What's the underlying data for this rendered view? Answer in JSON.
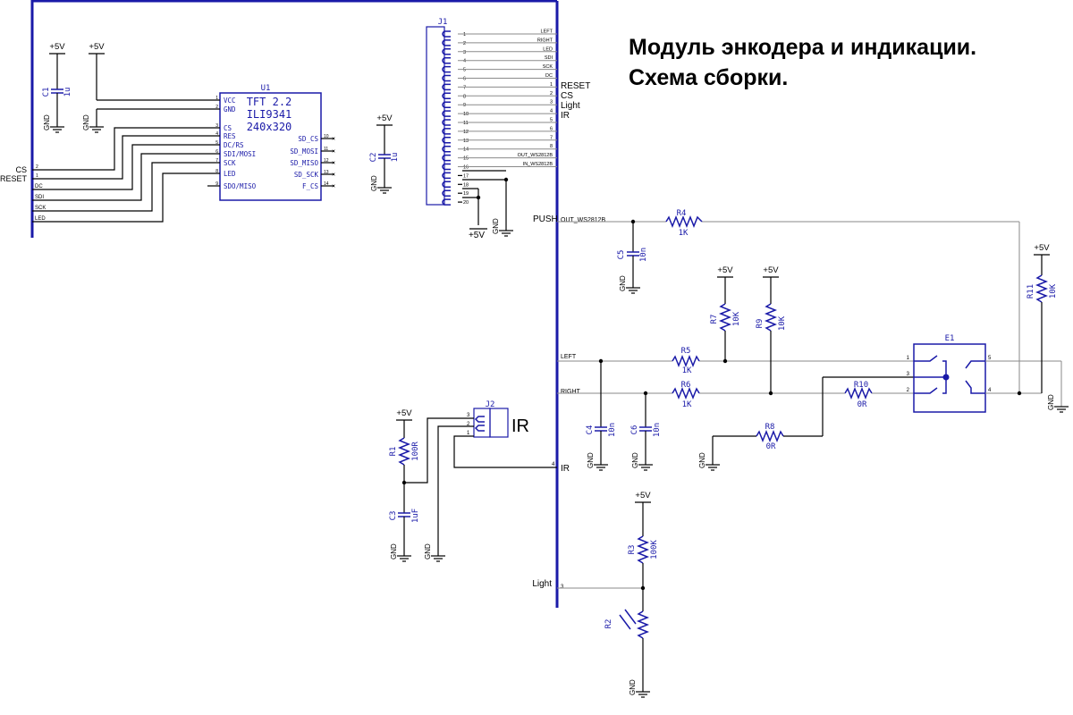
{
  "title": {
    "line1": "Модуль энкодера и индикации.",
    "line2": "Схема сборки."
  },
  "power": {
    "vcc": "+5V",
    "gnd": "GND"
  },
  "u1": {
    "ref": "U1",
    "name1": "TFT 2.2",
    "name2": "ILI9341",
    "name3": "240x320",
    "left_pins": [
      {
        "num": "1",
        "name": "VCC"
      },
      {
        "num": "2",
        "name": "GND"
      },
      {
        "num": "3",
        "name": "CS"
      },
      {
        "num": "4",
        "name": "RES"
      },
      {
        "num": "5",
        "name": "DC/RS"
      },
      {
        "num": "6",
        "name": "SDI/MOSI"
      },
      {
        "num": "7",
        "name": "SCK"
      },
      {
        "num": "8",
        "name": "LED"
      },
      {
        "num": "9",
        "name": "SDO/MISO"
      }
    ],
    "right_pins": [
      {
        "num": "10",
        "name": "SD_CS"
      },
      {
        "num": "11",
        "name": "SD_MOSI"
      },
      {
        "num": "12",
        "name": "SD_MISO"
      },
      {
        "num": "13",
        "name": "SD_SCK"
      },
      {
        "num": "14",
        "name": "F_CS"
      }
    ]
  },
  "bus_left": {
    "nets": [
      {
        "num": "2",
        "name": "CS"
      },
      {
        "num": "1",
        "name": "RESET"
      },
      {
        "num": "",
        "name": "DC"
      },
      {
        "num": "",
        "name": "SDI"
      },
      {
        "num": "",
        "name": "SCK"
      },
      {
        "num": "",
        "name": "LED"
      }
    ]
  },
  "j1": {
    "ref": "J1",
    "pins": [
      "1",
      "2",
      "3",
      "4",
      "5",
      "6",
      "7",
      "8",
      "9",
      "10",
      "11",
      "12",
      "13",
      "14",
      "15",
      "16",
      "17",
      "18",
      "19",
      "20"
    ],
    "nets": [
      "LEFT",
      "RIGHT",
      "LED",
      "SDI",
      "SCK",
      "DC",
      "1",
      "2",
      "3",
      "4",
      "5",
      "6",
      "7",
      "8",
      "OUT_WS2812B",
      "IN_WS2812B",
      "",
      "",
      "",
      ""
    ],
    "bus_labels": [
      "RESET",
      "CS",
      "Light",
      "IR"
    ]
  },
  "caps": {
    "c1": {
      "ref": "C1",
      "value": "1u"
    },
    "c2": {
      "ref": "C2",
      "value": "1u"
    },
    "c3": {
      "ref": "C3",
      "value": "1uF"
    },
    "c4": {
      "ref": "C4",
      "value": "10n"
    },
    "c5": {
      "ref": "C5",
      "value": "10n"
    },
    "c6": {
      "ref": "C6",
      "value": "10n"
    }
  },
  "resistors": {
    "r1": {
      "ref": "R1",
      "value": "100R"
    },
    "r2": {
      "ref": "R2",
      "value": ""
    },
    "r3": {
      "ref": "R3",
      "value": "100K"
    },
    "r4": {
      "ref": "R4",
      "value": "1K"
    },
    "r5": {
      "ref": "R5",
      "value": "1K"
    },
    "r6": {
      "ref": "R6",
      "value": "1K"
    },
    "r7": {
      "ref": "R7",
      "value": "10K"
    },
    "r8": {
      "ref": "R8",
      "value": "0R"
    },
    "r9": {
      "ref": "R9",
      "value": "10K"
    },
    "r10": {
      "ref": "R10",
      "value": "0R"
    },
    "r11": {
      "ref": "R11",
      "value": "10K"
    }
  },
  "nets_right": {
    "push": "PUSH",
    "out_ws": "OUT_WS2812B",
    "left": "LEFT",
    "right": "RIGHT",
    "ir": "IR",
    "light": "Light",
    "ir_pin": "4",
    "light_pin": "3"
  },
  "j2": {
    "ref": "J2",
    "label": "IR",
    "pins": [
      "3",
      "2",
      "1"
    ]
  },
  "e1": {
    "ref": "E1",
    "pins": [
      "1",
      "3",
      "2",
      "5",
      "4"
    ]
  }
}
